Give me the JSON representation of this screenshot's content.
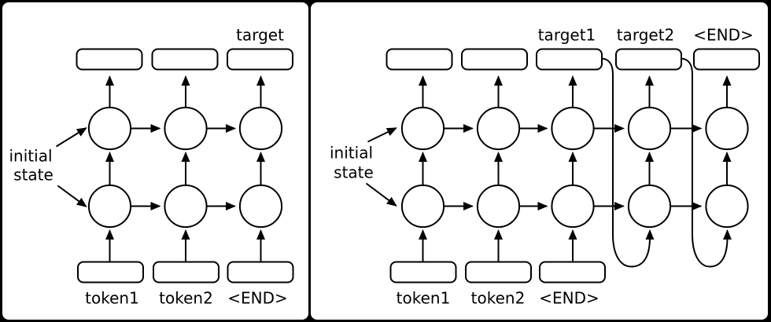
{
  "figure": {
    "background_color": "#000000",
    "panel_color": "#ffffff",
    "line_color": "#000000",
    "text_color": "#000000"
  },
  "panels": [
    {
      "id": "left",
      "initial_state_label": [
        "initial",
        "state"
      ],
      "columns": [
        {
          "input_label": "token1",
          "output_label": ""
        },
        {
          "input_label": "token2",
          "output_label": ""
        },
        {
          "input_label": "<END>",
          "output_label": "target"
        }
      ],
      "feedback_edges": []
    },
    {
      "id": "right",
      "initial_state_label": [
        "initial",
        "state"
      ],
      "columns": [
        {
          "input_label": "token1",
          "output_label": ""
        },
        {
          "input_label": "token2",
          "output_label": ""
        },
        {
          "input_label": "<END>",
          "output_label": "target1"
        },
        {
          "input_label": "",
          "output_label": "target2"
        },
        {
          "input_label": "",
          "output_label": "<END>"
        }
      ],
      "feedback_edges": [
        {
          "from_column": 3,
          "to_column": 4
        },
        {
          "from_column": 4,
          "to_column": 5
        }
      ]
    }
  ]
}
